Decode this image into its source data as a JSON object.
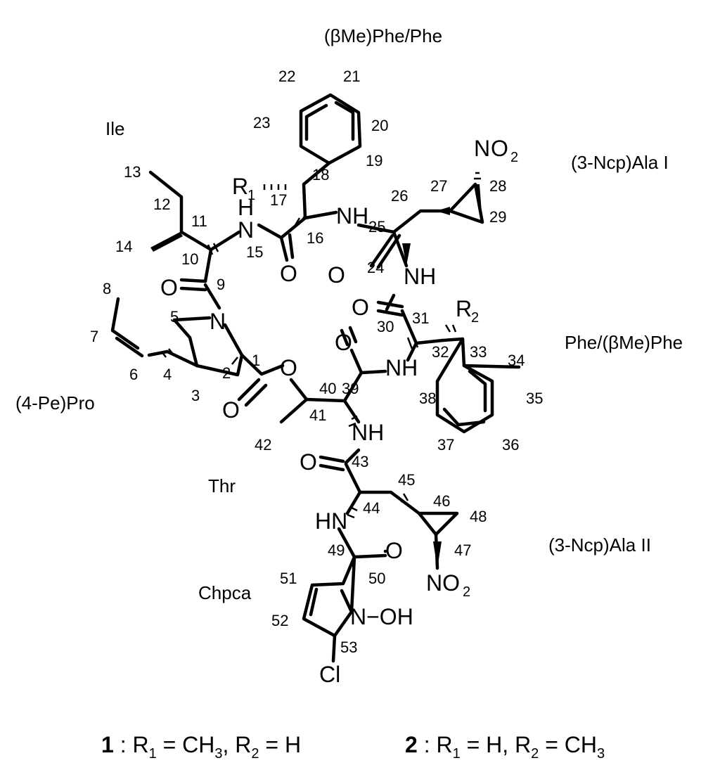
{
  "residues": {
    "phe_top": "(βMe)Phe/Phe",
    "ile": "Ile",
    "ncp1": "(3-Ncp)Ala I",
    "phe_right": "Phe/(βMe)Phe",
    "pepro": "(4-Pe)Pro",
    "thr": "Thr",
    "ncp2": "(3-Ncp)Ala II",
    "chpca": "Chpca"
  },
  "atoms": {
    "n_no2_1": "N",
    "o_no2_1": "O",
    "s_no2_1": "2",
    "r1": "R",
    "r1s": "1",
    "h_15": "H",
    "n_15": "N",
    "nh_16": "NH",
    "o_15": "O",
    "o_9": "O",
    "o_24": "O",
    "nh_24": "NH",
    "o_30": "O",
    "r2": "R",
    "r2s": "2",
    "n_pro": "N",
    "o_ester": "O",
    "o_39": "O",
    "nh_39": "NH",
    "o_1": "O",
    "nh_41": "NH",
    "o_43": "O",
    "hn_44": "HN",
    "o_49": "O",
    "n_no2_2": "NO",
    "s_no2_2": "2",
    "n_oh": "N−OH",
    "cl": "Cl"
  },
  "numbers": [
    "1",
    "2",
    "3",
    "4",
    "5",
    "6",
    "7",
    "8",
    "9",
    "10",
    "11",
    "12",
    "13",
    "14",
    "15",
    "16",
    "17",
    "18",
    "19",
    "20",
    "21",
    "22",
    "23",
    "24",
    "25",
    "26",
    "27",
    "28",
    "29",
    "30",
    "31",
    "32",
    "33",
    "34",
    "35",
    "36",
    "37",
    "38",
    "39",
    "40",
    "41",
    "42",
    "43",
    "44",
    "45",
    "46",
    "47",
    "48",
    "49",
    "50",
    "51",
    "52",
    "53"
  ],
  "caption": {
    "c1_num": "1",
    "c1_a": " : R",
    "c1_s1": "1",
    "c1_b": " = CH",
    "c1_s2": "3",
    "c1_c": ", R",
    "c1_s3": "2",
    "c1_d": " = H",
    "c2_num": "2",
    "c2_a": " : R",
    "c2_s1": "1",
    "c2_b": " = H, R",
    "c2_s2": "2",
    "c2_c": " = CH",
    "c2_s3": "3"
  }
}
